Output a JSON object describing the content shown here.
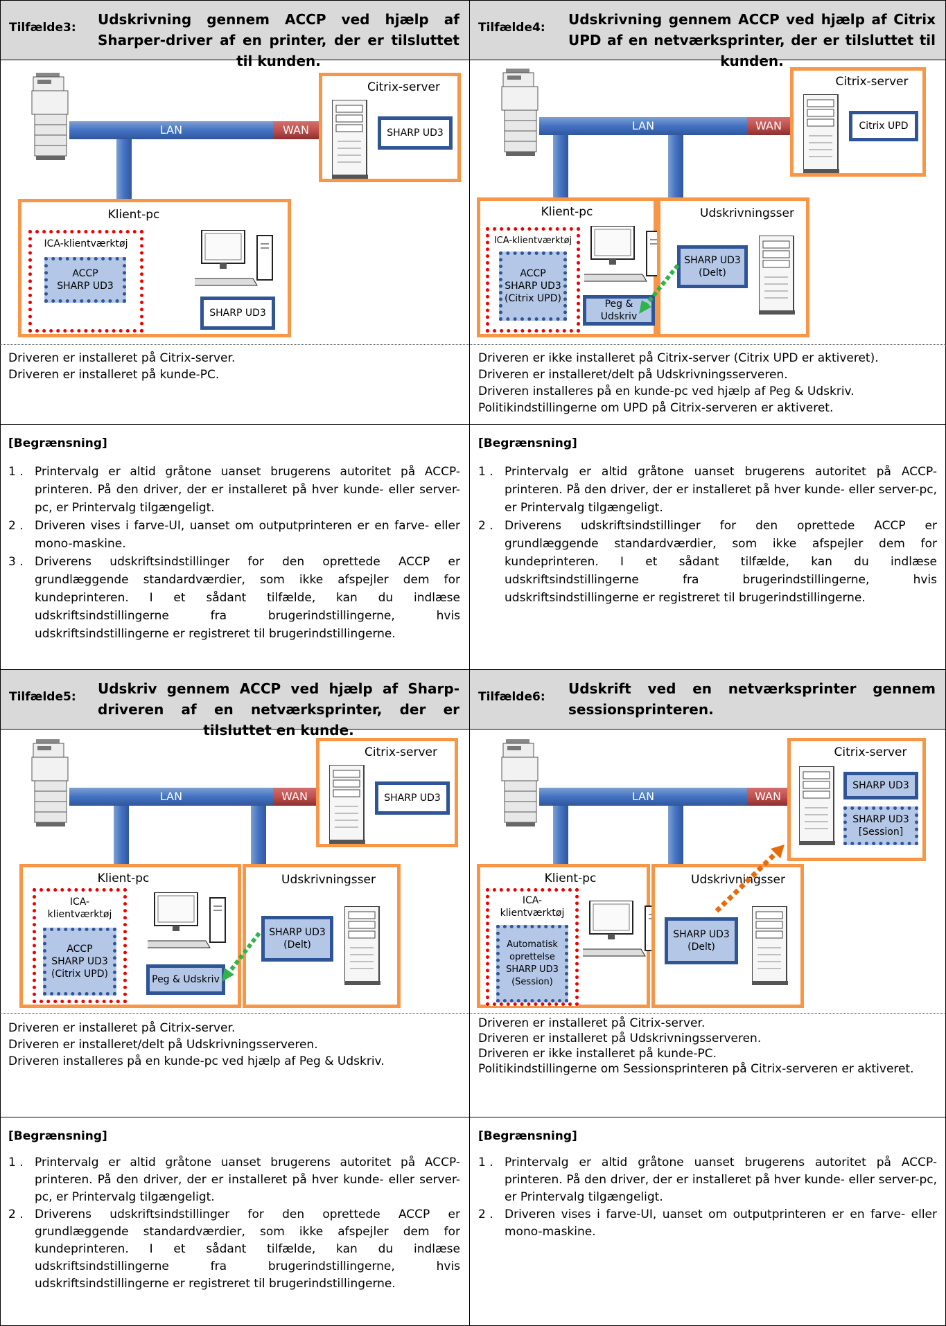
{
  "cases": [
    {
      "label": "Tilfælde3:",
      "title": "Udskrivning gennem ACCP ved hjælp af Sharper-driver af en printer, der er tilsluttet til kunden.",
      "diagram": {
        "lan": "LAN",
        "wan": "WAN",
        "server_title": "Citrix-server",
        "server_driver": "SHARP UD3",
        "client_title": "Klient-pc",
        "ica_title": "ICA-klientværktøj",
        "ica_inner": "ACCP\nSHARP UD3",
        "client_driver": "SHARP UD3"
      },
      "description": [
        "Driveren er installeret på Citrix-server.",
        "Driveren er installeret på kunde-PC."
      ],
      "limitation_heading": "[Begrænsning]",
      "limitations": [
        "Printervalg er altid gråtone uanset brugerens autoritet på ACCP-printeren. På den driver, der er installeret på hver kunde- eller server-pc, er Printervalg tilgængeligt.",
        "Driveren vises i farve-UI, uanset om outputprinteren er en farve- eller mono-maskine.",
        "Driverens udskriftsindstillinger for den oprettede ACCP er grundlæggende standardværdier, som ikke afspejler dem for kundeprinteren. I et sådant tilfælde, kan du indlæse udskriftsindstillingerne fra brugerindstillingerne, hvis udskriftsindstillingerne er registreret til brugerindstillingerne."
      ]
    },
    {
      "label": "Tilfælde4:",
      "title": "Udskrivning gennem ACCP ved hjælp af Citrix UPD af en netværksprinter, der er tilsluttet til kunden.",
      "diagram": {
        "lan": "LAN",
        "wan": "WAN",
        "server_title": "Citrix-server",
        "server_driver": "Citrix UPD",
        "client_title": "Klient-pc",
        "ica_title": "ICA-klientværktøj",
        "ica_inner": "ACCP\nSHARP UD3\n(Citrix UPD)",
        "client_driver": "Peg & Udskriv",
        "print_server_title": "Udskrivningsser",
        "print_server_driver": "SHARP UD3\n(Delt)"
      },
      "description": [
        "Driveren er ikke installeret på Citrix-server (Citrix UPD er aktiveret).",
        "Driveren er installeret/delt på Udskrivningsserveren.",
        "Driveren installeres på en kunde-pc ved hjælp af Peg & Udskriv.",
        "Politikindstillingerne om UPD på Citrix-serveren er aktiveret."
      ],
      "limitation_heading": "[Begrænsning]",
      "limitations": [
        "Printervalg er altid gråtone uanset brugerens autoritet på ACCP-printeren. På den driver, der er installeret på hver kunde- eller server-pc, er Printervalg tilgængeligt.",
        "Driverens udskriftsindstillinger for den oprettede ACCP er grundlæggende standardværdier, som ikke afspejler dem for kundeprinteren. I et sådant tilfælde, kan du indlæse udskriftsindstillingerne fra brugerindstillingerne, hvis udskriftsindstillingerne er registreret til brugerindstillingerne."
      ]
    },
    {
      "label": "Tilfælde5:",
      "title": "Udskriv gennem ACCP ved hjælp af Sharp-driveren af en netværksprinter, der er tilsluttet en kunde.",
      "diagram": {
        "lan": "LAN",
        "wan": "WAN",
        "server_title": "Citrix-server",
        "server_driver": "SHARP UD3",
        "client_title": "Klient-pc",
        "ica_title": "ICA-\nklientværktøj",
        "ica_inner": "ACCP\nSHARP UD3\n(Citrix UPD)",
        "client_driver": "Peg & Udskriv",
        "print_server_title": "Udskrivningsser",
        "print_server_driver": "SHARP UD3\n(Delt)"
      },
      "description": [
        "Driveren er installeret på Citrix-server.",
        "Driveren er installeret/delt på Udskrivningsserveren.",
        "Driveren installeres på en kunde-pc ved hjælp af Peg & Udskriv."
      ],
      "limitation_heading": "[Begrænsning]",
      "limitations": [
        "Printervalg er altid gråtone uanset brugerens autoritet på ACCP-printeren. På den driver, der er installeret på hver kunde- eller server-pc, er Printervalg tilgængeligt.",
        "Driverens udskriftsindstillinger for den oprettede ACCP er grundlæggende standardværdier, som ikke afspejler dem for kundeprinteren. I et sådant tilfælde, kan du indlæse udskriftsindstillingerne fra brugerindstillingerne, hvis udskriftsindstillingerne er registreret til brugerindstillingerne."
      ]
    },
    {
      "label": "Tilfælde6:",
      "title": "Udskrift ved en netværksprinter gennem sessionsprinteren.",
      "diagram": {
        "lan": "LAN",
        "wan": "WAN",
        "server_title": "Citrix-server",
        "server_driver": "SHARP UD3",
        "server_session": "SHARP UD3\n[Session]",
        "client_title": "Klient-pc",
        "ica_title": "ICA-\nklientværktøj",
        "ica_inner": "Automatisk\noprettelse\nSHARP UD3\n(Session)",
        "print_server_title": "Udskrivningsser",
        "print_server_driver": "SHARP UD3\n(Delt)"
      },
      "description": [
        "Driveren er installeret på Citrix-server.",
        "Driveren er installeret på Udskrivningsserveren.",
        "Driveren er ikke installeret på kunde-PC.",
        "Politikindstillingerne om Sessionsprinteren på Citrix-serveren er aktiveret."
      ],
      "limitation_heading": "[Begrænsning]",
      "limitations": [
        "Printervalg er altid gråtone uanset brugerens autoritet på ACCP-printeren. På den driver, der er installeret på hver kunde- eller server-pc, er Printervalg tilgængeligt.",
        "Driveren vises i farve-UI, uanset om outputprinteren er en farve- eller mono-maskine."
      ]
    }
  ],
  "colors": {
    "header_bg": "#d9d9d9",
    "orange": "#f79646",
    "blue_border": "#2f5597",
    "blue_fill": "#b4c7e7",
    "red_dotted": "#e00000",
    "lan": "#4472c4",
    "wan": "#c0504d",
    "green_arrow": "#2fb34a",
    "orange_arrow": "#e46c0a"
  }
}
